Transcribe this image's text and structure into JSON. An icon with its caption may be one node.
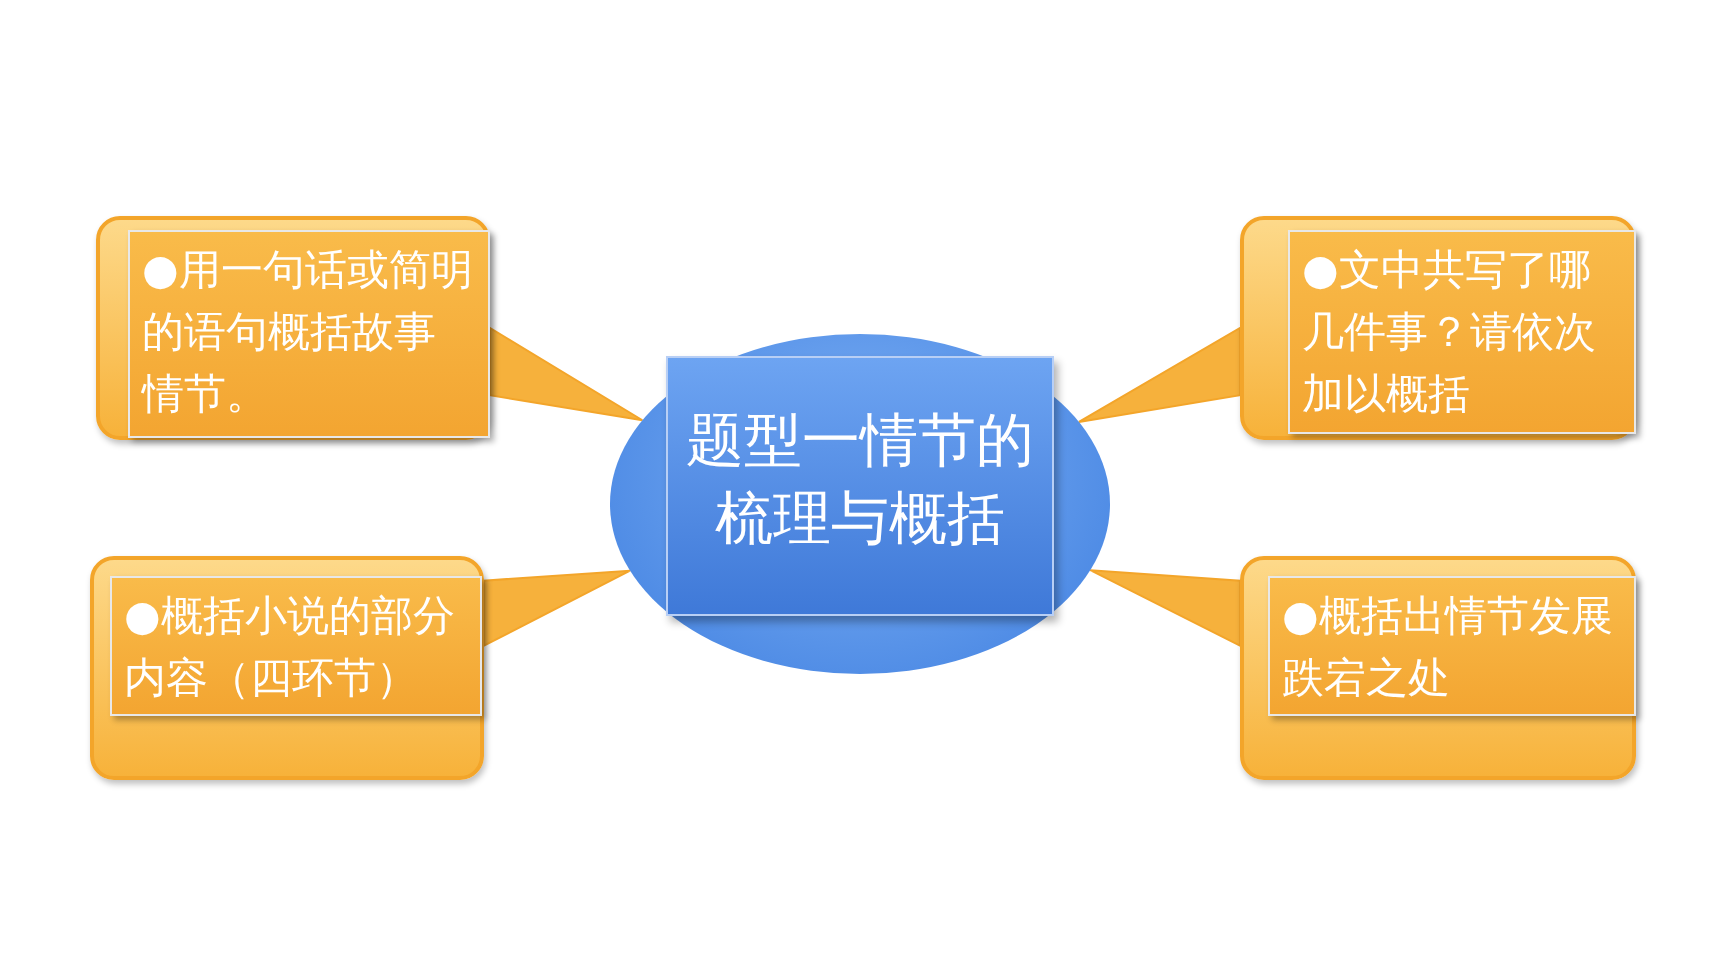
{
  "diagram": {
    "nodes": [
      {
        "text": [],
        "shape": "box"
      },
      {
        "text": [
          "●用一句话或简明的语句概括故事情节。"
        ],
        "in": 0
      },
      {
        "text": [],
        "shape": "box"
      },
      {
        "text": [
          "●文中共写了哪几件事？请依次加以概括"
        ],
        "in": 2
      },
      {
        "text": [],
        "shape": "ellipse"
      },
      {
        "text": [
          "题型一情节的梳理与概括"
        ],
        "in": 4
      },
      {
        "text": [],
        "shape": "box"
      },
      {
        "text": [
          "●概括小说的部分内容（四环节）"
        ],
        "in": 6
      },
      {
        "text": [],
        "shape": "box"
      },
      {
        "text": [
          "●概括出情节发展跌宕之处"
        ],
        "in": 8
      }
    ],
    "edges": [
      {
        "from": 0,
        "to": 4,
        "arrow": "to"
      },
      {
        "from": 2,
        "to": 4,
        "arrow": "to"
      },
      {
        "from": 6,
        "to": 4,
        "arrow": "to"
      },
      {
        "from": 8,
        "to": 4,
        "arrow": "to"
      }
    ]
  }
}
